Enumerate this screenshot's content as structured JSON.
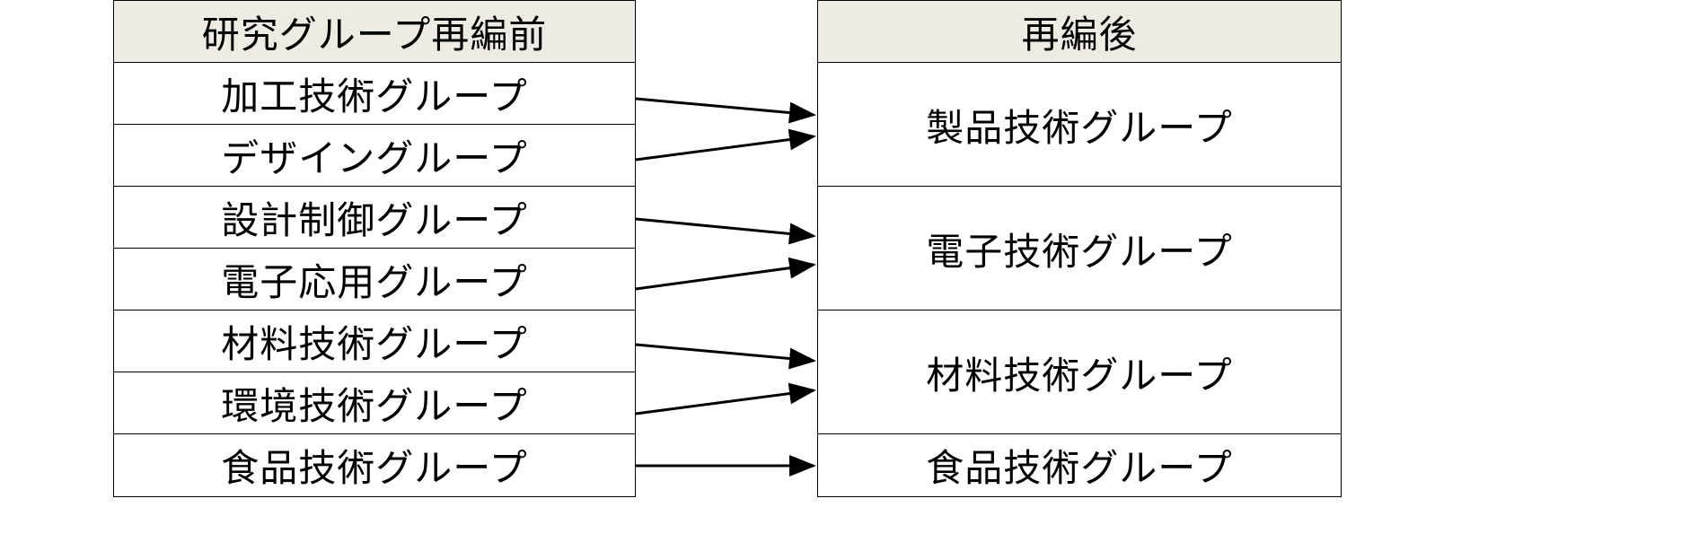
{
  "before": {
    "header": "研究グループ再編前",
    "groups": [
      "加工技術グループ",
      "デザイングループ",
      "設計制御グループ",
      "電子応用グループ",
      "材料技術グループ",
      "環境技術グループ",
      "食品技術グループ"
    ]
  },
  "after": {
    "header": "再編後",
    "groups": [
      "製品技術グループ",
      "電子技術グループ",
      "材料技術グループ",
      "食品技術グループ"
    ]
  },
  "colors": {
    "header_background": "#eeebe2",
    "line": "#000000"
  }
}
